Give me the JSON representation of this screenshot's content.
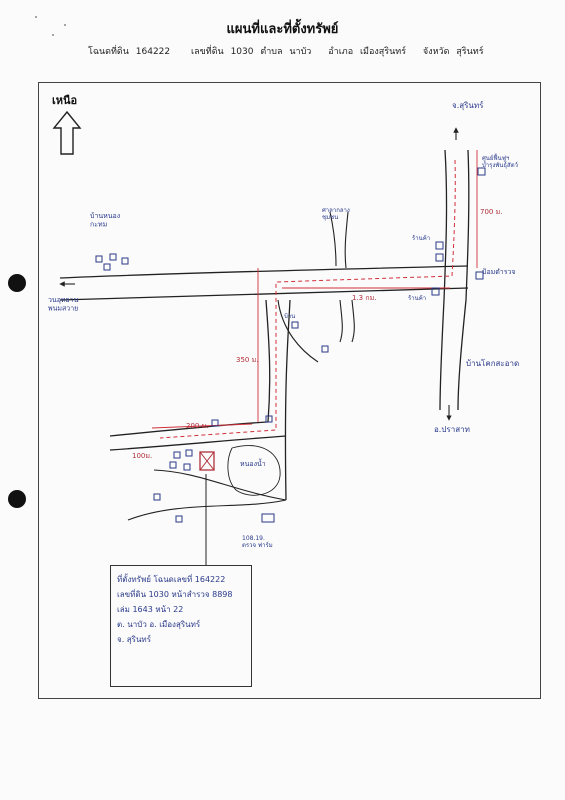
{
  "title": "แผนที่และที่ตั้งทรัพย์",
  "header": {
    "deed_label": "โฉนดที่ดิน",
    "deed_no": "164222",
    "land_no_label": "เลขที่ดิน",
    "land_no": "1030",
    "tambon_label": "ตำบล",
    "tambon": "นาบัว",
    "amphoe_label": "อำเภอ",
    "amphoe": "เมืองสุรินทร์",
    "province_label": "จังหวัด",
    "province": "สุรินทร์"
  },
  "north_label": "เหนือ",
  "places": {
    "to_surin": "จ.สุรินทร์",
    "to_prasat": "อ.ปราสาท",
    "ban_nong_kathom": "บ้านหนอง\nกะทม",
    "phanom_sawai": "วนอุทยาน\nพนมสวาย",
    "community_hall": "ศาลากลาง\nชุมชน",
    "hospital": "ศูนย์ฟื้นฟูฯ\nบำรุงพันธุ์สัตว์",
    "police_box": "ป้อมตำรวจ",
    "ban_khok": "บ้านโคกสะอาด",
    "nong_nam": "หนองน้ำ",
    "shop_1": "ร้านค้า",
    "shop_2": "ร้านค้า",
    "house": "บ้าน",
    "school": "108.19.\nตรวจ ฟาร์ม"
  },
  "distances": {
    "d_700": "700 ม.",
    "d_13km": "1.3 กม.",
    "d_350": "350 ม.",
    "d_200": "200 ม.",
    "d_100": "100ม."
  },
  "info": {
    "line1": "ที่ตั้งทรัพย์ โฉนดเลขที่ 164222",
    "line2": "เลขที่ดิน 1030 หน้าสำรวจ 8898",
    "line3": "เล่ม 1643 หน้า 22",
    "line4": "ต. นาบัว  อ. เมืองสุรินทร์",
    "line5": "จ. สุรินทร์"
  },
  "colors": {
    "ink": "#2a3a8a",
    "route": "#d0303a",
    "road": "#222222"
  }
}
